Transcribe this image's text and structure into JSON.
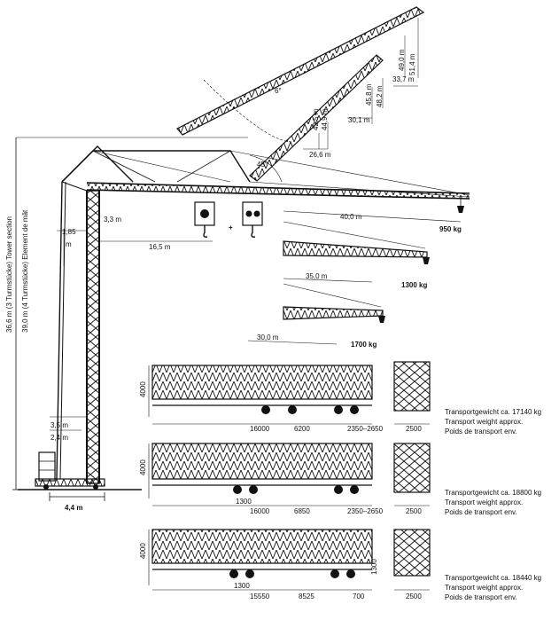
{
  "tower": {
    "height_3_sections": "36,6 m (3 Turmstücke) Tower section",
    "height_4_sections": "39,0 m (4 Turmstücke) Element de mât",
    "offset_1": "1,85",
    "offset_m": "m",
    "head_height": "3,3 m",
    "base_width_1": "3,5 m",
    "base_width_2": "2,4 m",
    "base_width_total": "4,4 m",
    "counter_jib": "16,5 m"
  },
  "luffing": {
    "angle_1": "6°",
    "angle_2": "45°",
    "heights": [
      "42,5 m",
      "44,9 m",
      "45,8 m",
      "48,2 m",
      "49,0 m",
      "51,4 m"
    ],
    "radii": [
      "26,6 m",
      "30,1 m",
      "33,7 m"
    ]
  },
  "hook": {
    "plus": "+"
  },
  "jibs": [
    {
      "length": "40,0 m",
      "load": "950 kg"
    },
    {
      "length": "35,0 m",
      "load": "1300 kg"
    },
    {
      "length": "30,0 m",
      "load": "1700 kg"
    }
  ],
  "transports": [
    {
      "height": "4000",
      "dims": [
        "16000",
        "6200",
        "2350–2650"
      ],
      "side_width": "2500",
      "weight_de": "Transportgewicht ca. 17140 kg",
      "weight_en": "Transport weight approx.",
      "weight_fr": "Poids de transport env."
    },
    {
      "height": "4000",
      "dims": [
        "1300",
        "16000",
        "6850",
        "2350–2650"
      ],
      "side_width": "2500",
      "weight_de": "Transportgewicht ca. 18800 kg",
      "weight_en": "Transport weight approx.",
      "weight_fr": "Poids de transport env."
    },
    {
      "height": "4000",
      "dims": [
        "1300",
        "15550",
        "8525",
        "700",
        "1300"
      ],
      "side_width": "2500",
      "weight_de": "Transportgewicht ca. 18440 kg",
      "weight_en": "Transport weight approx.",
      "weight_fr": "Poids de transport env."
    }
  ]
}
